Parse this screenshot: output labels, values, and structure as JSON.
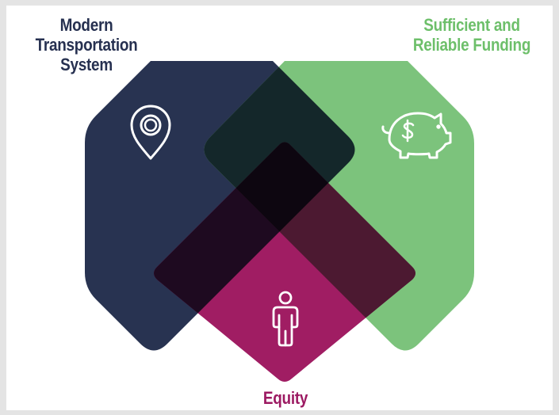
{
  "labels": {
    "modern": [
      "Modern",
      "Transportation",
      "System"
    ],
    "funding": [
      "Sufficient and",
      "Reliable Funding"
    ],
    "equity": "Equity"
  },
  "colors": {
    "modern": "#283351",
    "funding": "#7cc37c",
    "equity": "#a01d63",
    "modern_funding": "#14272a",
    "modern_equity": "#1e0a20",
    "funding_equity": "#4c1931",
    "center": "#0d0610"
  },
  "icons": {
    "modern": "map-pin-icon",
    "funding": "piggy-bank-dollar-icon",
    "equity": "person-icon"
  }
}
